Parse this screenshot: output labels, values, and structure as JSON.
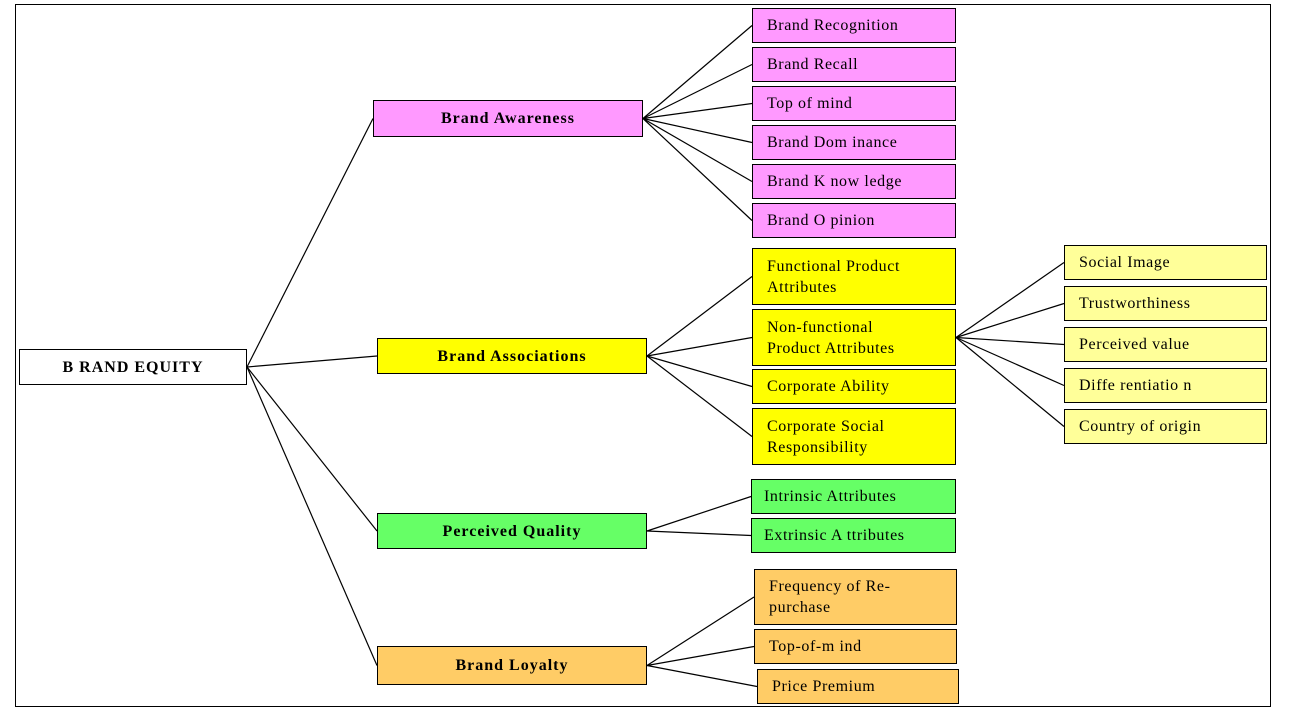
{
  "colors": {
    "awareness": "#ff99ff",
    "associations": "#ffff00",
    "quality": "#66ff66",
    "loyalty": "#ffcc66",
    "image": "#ffff99",
    "root": "#ffffff",
    "line": "#000000"
  },
  "root": {
    "label": "B RAND EQUITY"
  },
  "categories": [
    {
      "key": "awareness",
      "label": "Brand Awareness",
      "items": [
        {
          "lines": [
            "Brand Recognition"
          ]
        },
        {
          "lines": [
            "Brand Recall"
          ]
        },
        {
          "lines": [
            "Top of mind"
          ]
        },
        {
          "lines": [
            "Brand Dom inance"
          ]
        },
        {
          "lines": [
            "Brand K now ledge"
          ]
        },
        {
          "lines": [
            "Brand O pinion"
          ]
        }
      ]
    },
    {
      "key": "associations",
      "label": "Brand Associations",
      "items": [
        {
          "lines": [
            "Functional Product",
            "Attributes"
          ]
        },
        {
          "lines": [
            "Non-functional",
            "Product Attributes"
          ]
        },
        {
          "lines": [
            "Corporate Ability"
          ]
        },
        {
          "lines": [
            "Corporate Social",
            "Responsibility"
          ]
        }
      ]
    },
    {
      "key": "quality",
      "label": "Perceived Quality",
      "items": [
        {
          "lines": [
            "Intrinsic Attributes"
          ]
        },
        {
          "lines": [
            "Extrinsic A ttributes"
          ]
        }
      ]
    },
    {
      "key": "loyalty",
      "label": "Brand Loyalty",
      "items": [
        {
          "lines": [
            "Frequency of Re-",
            "purchase"
          ]
        },
        {
          "lines": [
            "Top-of-m ind"
          ]
        },
        {
          "lines": [
            "Price Premium"
          ]
        }
      ]
    }
  ],
  "non_functional_details": [
    {
      "lines": [
        "Social Image"
      ]
    },
    {
      "lines": [
        "Trustworthiness"
      ]
    },
    {
      "lines": [
        "Perceived value"
      ]
    },
    {
      "lines": [
        "Diffe rentiatio n"
      ]
    },
    {
      "lines": [
        "Country of origin"
      ]
    }
  ]
}
